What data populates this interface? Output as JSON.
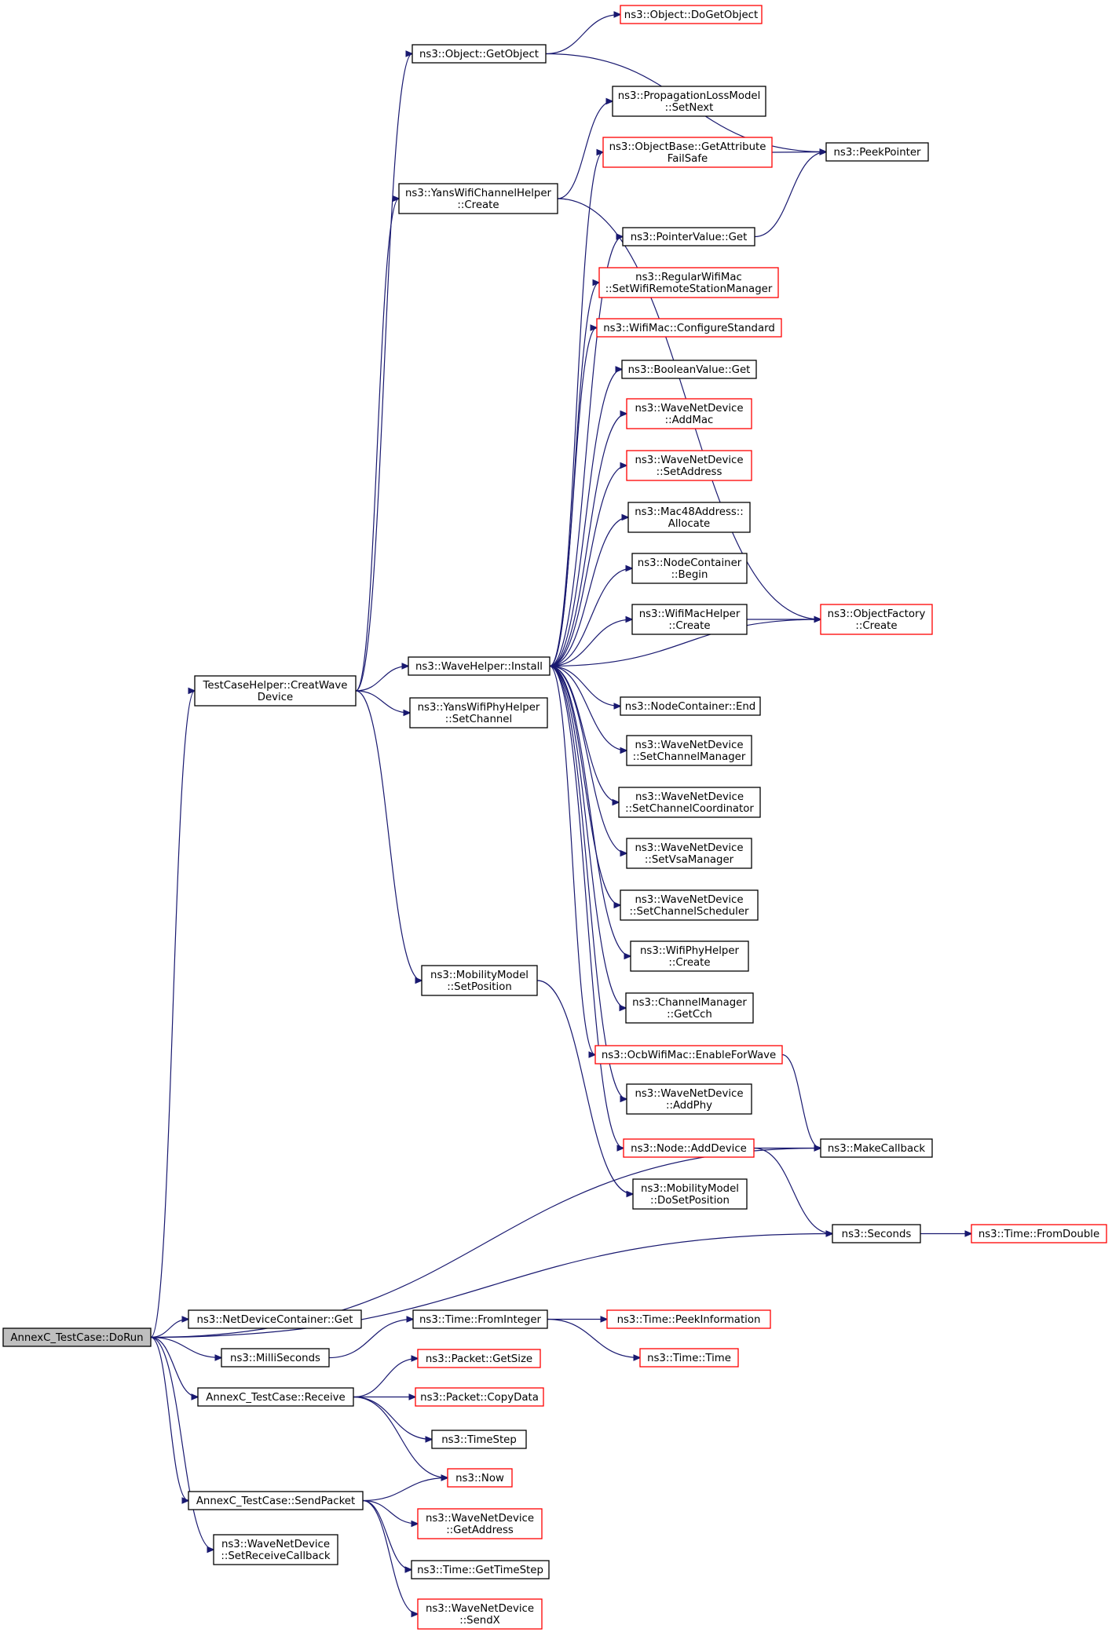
{
  "nodes": [
    {
      "id": "doGetObject",
      "lines": [
        "ns3::Object::DoGetObject"
      ],
      "border": "red"
    },
    {
      "id": "getObject",
      "lines": [
        "ns3::Object::GetObject"
      ],
      "border": "black"
    },
    {
      "id": "propSetNext",
      "lines": [
        "ns3::PropagationLossModel",
        "::SetNext"
      ],
      "border": "black"
    },
    {
      "id": "getAttrFailSafe",
      "lines": [
        "ns3::ObjectBase::GetAttribute",
        "FailSafe"
      ],
      "border": "red"
    },
    {
      "id": "peekPointer",
      "lines": [
        "ns3::PeekPointer"
      ],
      "border": "black"
    },
    {
      "id": "yansChanCreate",
      "lines": [
        "ns3::YansWifiChannelHelper",
        "::Create"
      ],
      "border": "black"
    },
    {
      "id": "ptrValueGet",
      "lines": [
        "ns3::PointerValue::Get"
      ],
      "border": "black"
    },
    {
      "id": "regularWifiMac",
      "lines": [
        "ns3::RegularWifiMac",
        "::SetWifiRemoteStationManager"
      ],
      "border": "red"
    },
    {
      "id": "wifiMacConfig",
      "lines": [
        "ns3::WifiMac::ConfigureStandard"
      ],
      "border": "red"
    },
    {
      "id": "boolValueGet",
      "lines": [
        "ns3::BooleanValue::Get"
      ],
      "border": "black"
    },
    {
      "id": "wndAddMac",
      "lines": [
        "ns3::WaveNetDevice",
        "::AddMac"
      ],
      "border": "red"
    },
    {
      "id": "wndSetAddress",
      "lines": [
        "ns3::WaveNetDevice",
        "::SetAddress"
      ],
      "border": "red"
    },
    {
      "id": "mac48Allocate",
      "lines": [
        "ns3::Mac48Address::",
        "Allocate"
      ],
      "border": "black"
    },
    {
      "id": "nodeContBegin",
      "lines": [
        "ns3::NodeContainer",
        "::Begin"
      ],
      "border": "black"
    },
    {
      "id": "wifiMacHelperCreate",
      "lines": [
        "ns3::WifiMacHelper",
        "::Create"
      ],
      "border": "black"
    },
    {
      "id": "objFactoryCreate",
      "lines": [
        "ns3::ObjectFactory",
        "::Create"
      ],
      "border": "red"
    },
    {
      "id": "creatWaveDevice",
      "lines": [
        "TestCaseHelper::CreatWave",
        "Device"
      ],
      "border": "black"
    },
    {
      "id": "waveHelperInstall",
      "lines": [
        "ns3::WaveHelper::Install"
      ],
      "border": "black"
    },
    {
      "id": "yansPhySetChannel",
      "lines": [
        "ns3::YansWifiPhyHelper",
        "::SetChannel"
      ],
      "border": "black"
    },
    {
      "id": "nodeContEnd",
      "lines": [
        "ns3::NodeContainer::End"
      ],
      "border": "black"
    },
    {
      "id": "wndSetChanMgr",
      "lines": [
        "ns3::WaveNetDevice",
        "::SetChannelManager"
      ],
      "border": "black"
    },
    {
      "id": "wndSetChanCoord",
      "lines": [
        "ns3::WaveNetDevice",
        "::SetChannelCoordinator"
      ],
      "border": "black"
    },
    {
      "id": "wndSetVsaMgr",
      "lines": [
        "ns3::WaveNetDevice",
        "::SetVsaManager"
      ],
      "border": "black"
    },
    {
      "id": "wndSetChanSched",
      "lines": [
        "ns3::WaveNetDevice",
        "::SetChannelScheduler"
      ],
      "border": "black"
    },
    {
      "id": "wifiPhyHelperCreate",
      "lines": [
        "ns3::WifiPhyHelper",
        "::Create"
      ],
      "border": "black"
    },
    {
      "id": "chanMgrGetCch",
      "lines": [
        "ns3::ChannelManager",
        "::GetCch"
      ],
      "border": "black"
    },
    {
      "id": "mobSetPosition",
      "lines": [
        "ns3::MobilityModel",
        "::SetPosition"
      ],
      "border": "black"
    },
    {
      "id": "ocbEnableForWave",
      "lines": [
        "ns3::OcbWifiMac::EnableForWave"
      ],
      "border": "red"
    },
    {
      "id": "wndAddPhy",
      "lines": [
        "ns3::WaveNetDevice",
        "::AddPhy"
      ],
      "border": "black"
    },
    {
      "id": "nodeAddDevice",
      "lines": [
        "ns3::Node::AddDevice"
      ],
      "border": "red"
    },
    {
      "id": "makeCallback",
      "lines": [
        "ns3::MakeCallback"
      ],
      "border": "black"
    },
    {
      "id": "mobDoSetPosition",
      "lines": [
        "ns3::MobilityModel",
        "::DoSetPosition"
      ],
      "border": "black"
    },
    {
      "id": "seconds",
      "lines": [
        "ns3::Seconds"
      ],
      "border": "black"
    },
    {
      "id": "timeFromDouble",
      "lines": [
        "ns3::Time::FromDouble"
      ],
      "border": "red"
    },
    {
      "id": "doRun",
      "lines": [
        "AnnexC_TestCase::DoRun"
      ],
      "border": "gray"
    },
    {
      "id": "ndcGet",
      "lines": [
        "ns3::NetDeviceContainer::Get"
      ],
      "border": "black"
    },
    {
      "id": "timeFromInteger",
      "lines": [
        "ns3::Time::FromInteger"
      ],
      "border": "black"
    },
    {
      "id": "timePeekInfo",
      "lines": [
        "ns3::Time::PeekInformation"
      ],
      "border": "red"
    },
    {
      "id": "milliSeconds",
      "lines": [
        "ns3::MilliSeconds"
      ],
      "border": "black"
    },
    {
      "id": "timeTime",
      "lines": [
        "ns3::Time::Time"
      ],
      "border": "red"
    },
    {
      "id": "packetGetSize",
      "lines": [
        "ns3::Packet::GetSize"
      ],
      "border": "red"
    },
    {
      "id": "receive",
      "lines": [
        "AnnexC_TestCase::Receive"
      ],
      "border": "black"
    },
    {
      "id": "packetCopyData",
      "lines": [
        "ns3::Packet::CopyData"
      ],
      "border": "red"
    },
    {
      "id": "timeStep",
      "lines": [
        "ns3::TimeStep"
      ],
      "border": "black"
    },
    {
      "id": "now",
      "lines": [
        "ns3::Now"
      ],
      "border": "red"
    },
    {
      "id": "sendPacket",
      "lines": [
        "AnnexC_TestCase::SendPacket"
      ],
      "border": "black"
    },
    {
      "id": "wndGetAddress",
      "lines": [
        "ns3::WaveNetDevice",
        "::GetAddress"
      ],
      "border": "red"
    },
    {
      "id": "wndSetRecvCb",
      "lines": [
        "ns3::WaveNetDevice",
        "::SetReceiveCallback"
      ],
      "border": "black"
    },
    {
      "id": "timeGetTimeStep",
      "lines": [
        "ns3::Time::GetTimeStep"
      ],
      "border": "black"
    },
    {
      "id": "wndSendX",
      "lines": [
        "ns3::WaveNetDevice",
        "::SendX"
      ],
      "border": "red"
    }
  ],
  "edges": [
    [
      "getObject",
      "doGetObject"
    ],
    [
      "getObject",
      "peekPointer"
    ],
    [
      "yansChanCreate",
      "propSetNext"
    ],
    [
      "yansChanCreate",
      "objFactoryCreate"
    ],
    [
      "getAttrFailSafe",
      "peekPointer"
    ],
    [
      "ptrValueGet",
      "peekPointer"
    ],
    [
      "wifiMacHelperCreate",
      "objFactoryCreate"
    ],
    [
      "creatWaveDevice",
      "getObject"
    ],
    [
      "creatWaveDevice",
      "yansChanCreate"
    ],
    [
      "creatWaveDevice",
      "waveHelperInstall"
    ],
    [
      "creatWaveDevice",
      "yansPhySetChannel"
    ],
    [
      "creatWaveDevice",
      "mobSetPosition"
    ],
    [
      "waveHelperInstall",
      "getAttrFailSafe"
    ],
    [
      "waveHelperInstall",
      "ptrValueGet"
    ],
    [
      "waveHelperInstall",
      "regularWifiMac"
    ],
    [
      "waveHelperInstall",
      "wifiMacConfig"
    ],
    [
      "waveHelperInstall",
      "boolValueGet"
    ],
    [
      "waveHelperInstall",
      "wndAddMac"
    ],
    [
      "waveHelperInstall",
      "wndSetAddress"
    ],
    [
      "waveHelperInstall",
      "mac48Allocate"
    ],
    [
      "waveHelperInstall",
      "nodeContBegin"
    ],
    [
      "waveHelperInstall",
      "wifiMacHelperCreate"
    ],
    [
      "waveHelperInstall",
      "objFactoryCreate"
    ],
    [
      "waveHelperInstall",
      "nodeContEnd"
    ],
    [
      "waveHelperInstall",
      "wndSetChanMgr"
    ],
    [
      "waveHelperInstall",
      "wndSetChanCoord"
    ],
    [
      "waveHelperInstall",
      "wndSetVsaMgr"
    ],
    [
      "waveHelperInstall",
      "wndSetChanSched"
    ],
    [
      "waveHelperInstall",
      "wifiPhyHelperCreate"
    ],
    [
      "waveHelperInstall",
      "chanMgrGetCch"
    ],
    [
      "waveHelperInstall",
      "ocbEnableForWave"
    ],
    [
      "waveHelperInstall",
      "wndAddPhy"
    ],
    [
      "waveHelperInstall",
      "nodeAddDevice"
    ],
    [
      "mobSetPosition",
      "mobDoSetPosition"
    ],
    [
      "ocbEnableForWave",
      "makeCallback"
    ],
    [
      "nodeAddDevice",
      "makeCallback"
    ],
    [
      "nodeAddDevice",
      "seconds"
    ],
    [
      "seconds",
      "timeFromDouble"
    ],
    [
      "doRun",
      "creatWaveDevice"
    ],
    [
      "doRun",
      "makeCallback"
    ],
    [
      "doRun",
      "seconds"
    ],
    [
      "doRun",
      "ndcGet"
    ],
    [
      "doRun",
      "milliSeconds"
    ],
    [
      "doRun",
      "receive"
    ],
    [
      "doRun",
      "sendPacket"
    ],
    [
      "doRun",
      "wndSetRecvCb"
    ],
    [
      "milliSeconds",
      "timeFromInteger"
    ],
    [
      "timeFromInteger",
      "timePeekInfo"
    ],
    [
      "timeFromInteger",
      "timeTime"
    ],
    [
      "receive",
      "packetGetSize"
    ],
    [
      "receive",
      "packetCopyData"
    ],
    [
      "receive",
      "timeStep"
    ],
    [
      "receive",
      "now"
    ],
    [
      "sendPacket",
      "now"
    ],
    [
      "sendPacket",
      "wndGetAddress"
    ],
    [
      "sendPacket",
      "timeGetTimeStep"
    ],
    [
      "sendPacket",
      "wndSendX"
    ]
  ]
}
